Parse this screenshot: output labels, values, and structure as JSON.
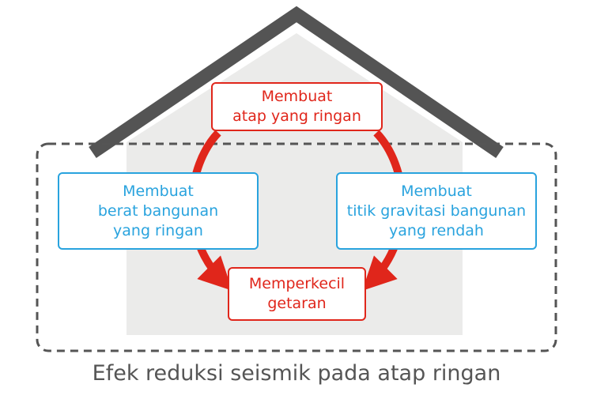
{
  "diagram": {
    "caption": "Efek reduksi seismik pada atap ringan",
    "nodes": {
      "roof": {
        "line1": "Membuat",
        "line2": "atap yang ringan"
      },
      "left": {
        "line1": "Membuat",
        "line2": "berat bangunan",
        "line3": "yang ringan"
      },
      "right": {
        "line1": "Membuat",
        "line2": "titik gravitasi bangunan",
        "line3": "yang rendah"
      },
      "bottom": {
        "line1": "Memperkecil",
        "line2": "getaran"
      }
    },
    "colors": {
      "red_accent": "#e0261b",
      "blue_accent": "#29a3de",
      "roof_line": "#545454",
      "house_fill": "#ebebea",
      "dashed_frame": "#555555",
      "caption_text": "#555555"
    },
    "icons": {
      "house": "house-outline",
      "arrows": "curved-arrow"
    }
  }
}
